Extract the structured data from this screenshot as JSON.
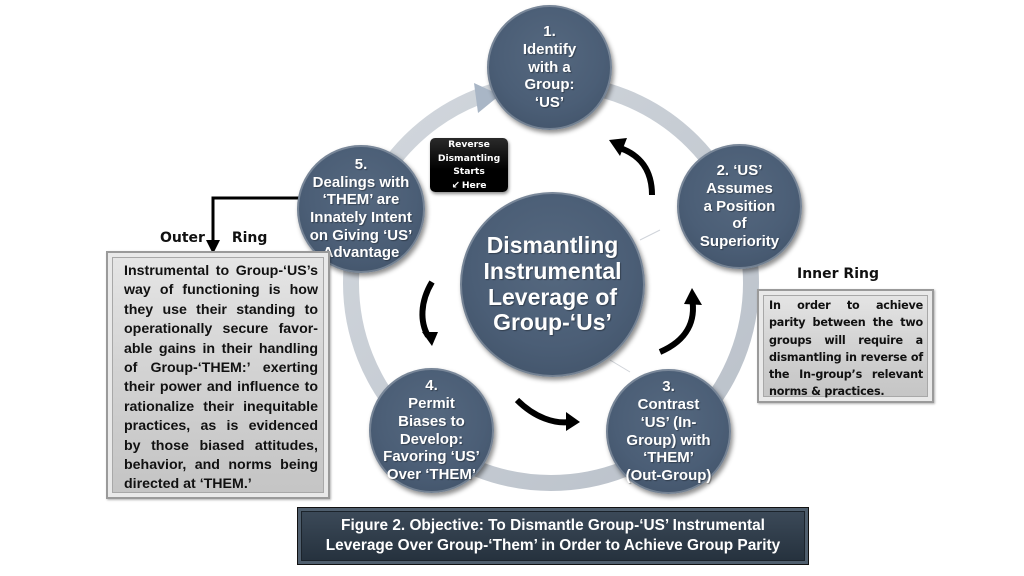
{
  "center": {
    "title": "Dismantling\nInstrumental\nLeverage of\nGroup-‘Us’"
  },
  "steps": [
    {
      "number": "1.",
      "text": "1.\nIdentify\nwith a\nGroup:\n‘US’"
    },
    {
      "number": "2.",
      "text": "2. ‘US’\nAssumes\na Position\nof\nSuperiority"
    },
    {
      "number": "3.",
      "text": "3.\nContrast\n‘US’ (In-\nGroup) with\n‘THEM’\n(Out-Group)"
    },
    {
      "number": "4.",
      "text": "4.\nPermit\nBiases to\nDevelop:\nFavoring ‘US’\nOver ‘THEM’"
    },
    {
      "number": "5.",
      "text": "5.\nDealings with\n‘THEM’ are\nInnately Intent\non Giving ‘US’\nAdvantage"
    }
  ],
  "reverse_tag": {
    "line1": "Reverse",
    "line2": "Dismantling",
    "line3": "Starts",
    "line4": "Here",
    "icon": "arrow-down-left-icon"
  },
  "outer_ring": {
    "label": "Outer Ring",
    "text": "Instrumental to Group-‘US’s way of functioning is how they use their standing to operationally secure favor-able gains in their handling of Group-‘THEM:’ exerting their power and influence to rationalize their inequitable practices, as is evidenced by those biased attitudes, behavior, and norms being directed at ‘THEM.’"
  },
  "inner_ring": {
    "label": "Inner Ring",
    "text": "In order to achieve parity between the two groups will require a dismantling in reverse of the In-group’s relevant norms & practices."
  },
  "caption": {
    "line1": "Figure 2. Objective: To Dismantle Group-‘US’ Instrumental",
    "line2": "Leverage Over Group-‘Them’ in Order to Achieve Group Parity"
  },
  "colors": {
    "node_fill": "#4b5e76",
    "ring": "#c5cbd3",
    "ring_arrowhead": "#a9b6c6",
    "arrow": "#000000",
    "box_fill": "#d2d2d2",
    "caption_fill": "#2c3946"
  }
}
